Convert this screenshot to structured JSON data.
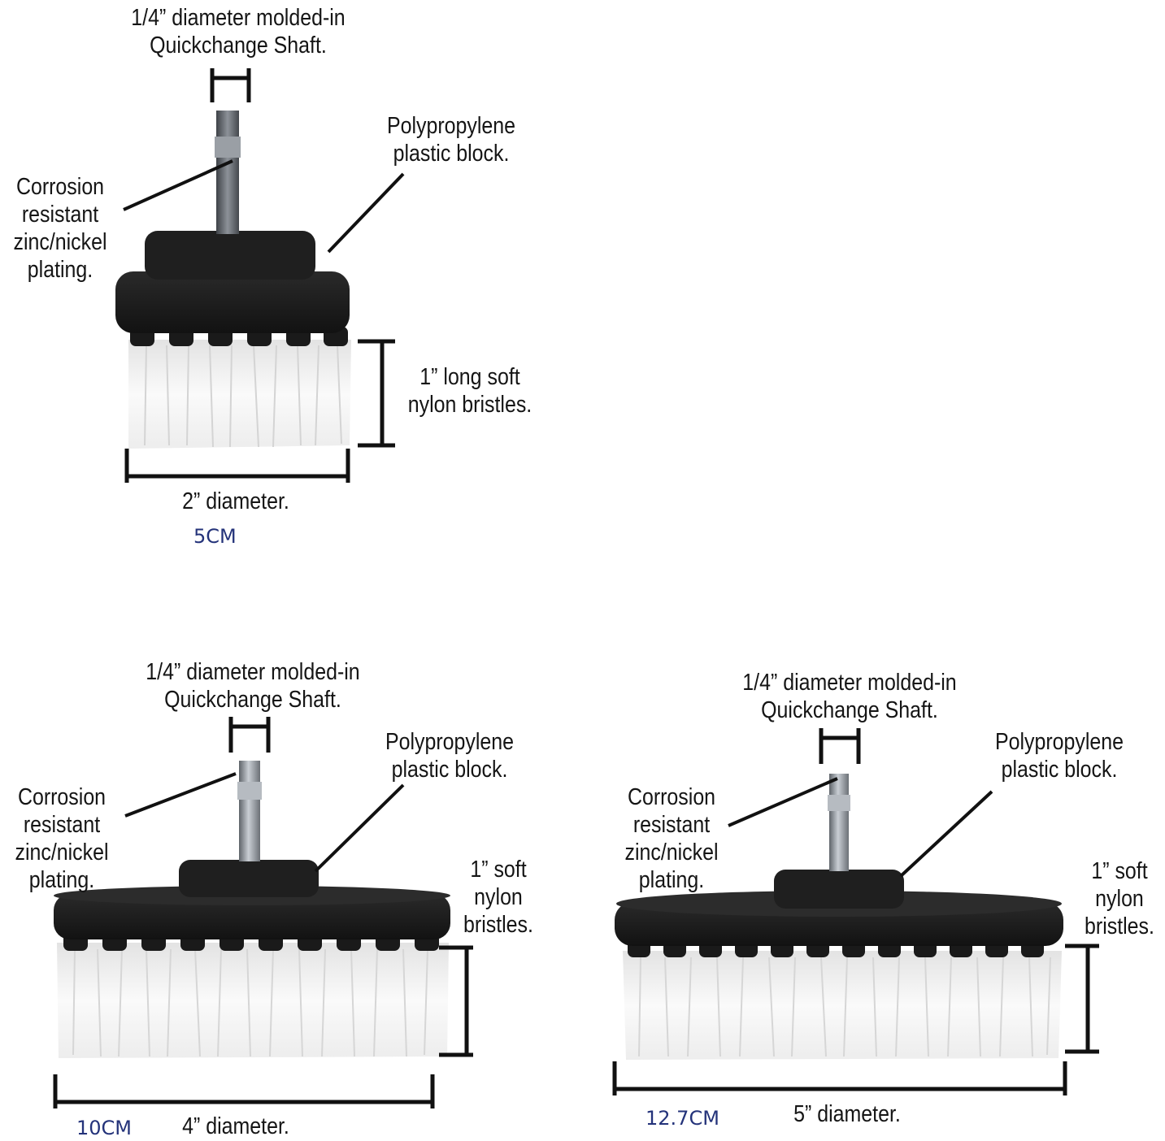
{
  "brushes": [
    {
      "size": "2 inch",
      "shaft_label": "1/4” diameter molded-in\nQuickchange Shaft.",
      "block_label": "Polypropylene\nplastic block.",
      "plating_label": "Corrosion\nresistant\nzinc/nickel\nplating.",
      "bristle_label": "1” long soft\nnylon bristles.",
      "diameter_label": "2” diameter.",
      "metric_label": "5CM"
    },
    {
      "size": "4 inch",
      "shaft_label": "1/4” diameter molded-in\nQuickchange Shaft.",
      "block_label": "Polypropylene\nplastic block.",
      "plating_label": "Corrosion\nresistant\nzinc/nickel\nplating.",
      "bristle_label": "1” soft\nnylon\nbristles.",
      "diameter_label": "4” diameter.",
      "metric_label": "10CM"
    },
    {
      "size": "5 inch",
      "shaft_label": "1/4” diameter molded-in\nQuickchange Shaft.",
      "block_label": "Polypropylene\nplastic block.",
      "plating_label": "Corrosion\nresistant\nzinc/nickel\nplating.",
      "bristle_label": "1” soft\nnylon\nbristles.",
      "diameter_label": "5” diameter.",
      "metric_label": "12.7CM"
    }
  ],
  "colors": {
    "label_text": "#151515",
    "metric_text": "#24337a",
    "block": "#1c1c1c",
    "bristles": "#f4f4f4",
    "shaft": "#8a8f96"
  }
}
